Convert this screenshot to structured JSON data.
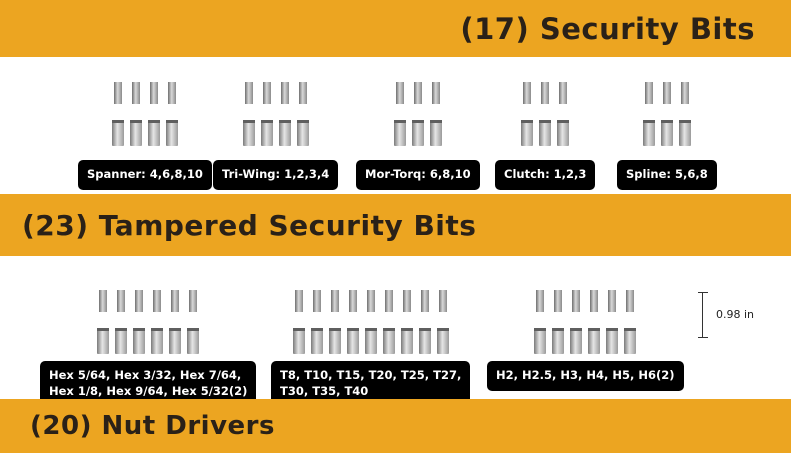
{
  "sections": {
    "security": "(17) Security Bits",
    "tampered": "(23) Tampered Security Bits",
    "nut": "(20) Nut Drivers"
  },
  "groups": {
    "spanner": "Spanner: 4,6,8,10",
    "triwing": "Tri-Wing: 1,2,3,4",
    "morq": "Mor-Torq: 6,8,10",
    "clutch": "Clutch: 1,2,3",
    "spline": "Spline: 5,6,8",
    "hex_line1": "Hex 5/64, Hex 3/32, Hex 7/64,",
    "hex_line2": "Hex 1/8, Hex 9/64, Hex 5/32(2)",
    "torx_line1": "T8, T10, T15, T20, T25, T27,",
    "torx_line2": "T30, T35, T40",
    "hexmm": "H2, H2.5, H3, H4, H5, H6(2)"
  },
  "dimension": "0.98 in",
  "colors": {
    "accent": "#ECA521",
    "label_bg": "#000000",
    "band_text": "#2a2118"
  }
}
